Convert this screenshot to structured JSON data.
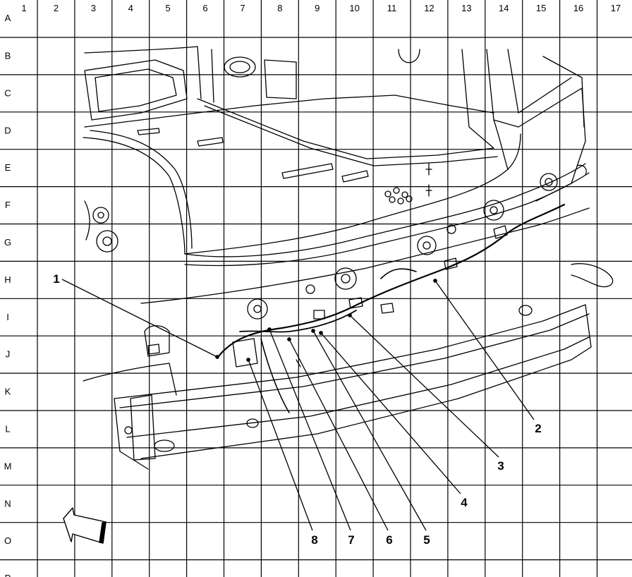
{
  "grid": {
    "columns": [
      "1",
      "2",
      "3",
      "4",
      "5",
      "6",
      "7",
      "8",
      "9",
      "10",
      "11",
      "12",
      "13",
      "14",
      "15",
      "16",
      "17"
    ],
    "rows": [
      "A",
      "B",
      "C",
      "D",
      "E",
      "F",
      "G",
      "H",
      "I",
      "J",
      "K",
      "L",
      "M",
      "N",
      "O",
      "P"
    ]
  },
  "callouts": [
    {
      "label": "1"
    },
    {
      "label": "2"
    },
    {
      "label": "3"
    },
    {
      "label": "4"
    },
    {
      "label": "5"
    },
    {
      "label": "6"
    },
    {
      "label": "7"
    },
    {
      "label": "8"
    }
  ],
  "icons": {
    "direction": "forward-arrow-icon"
  }
}
